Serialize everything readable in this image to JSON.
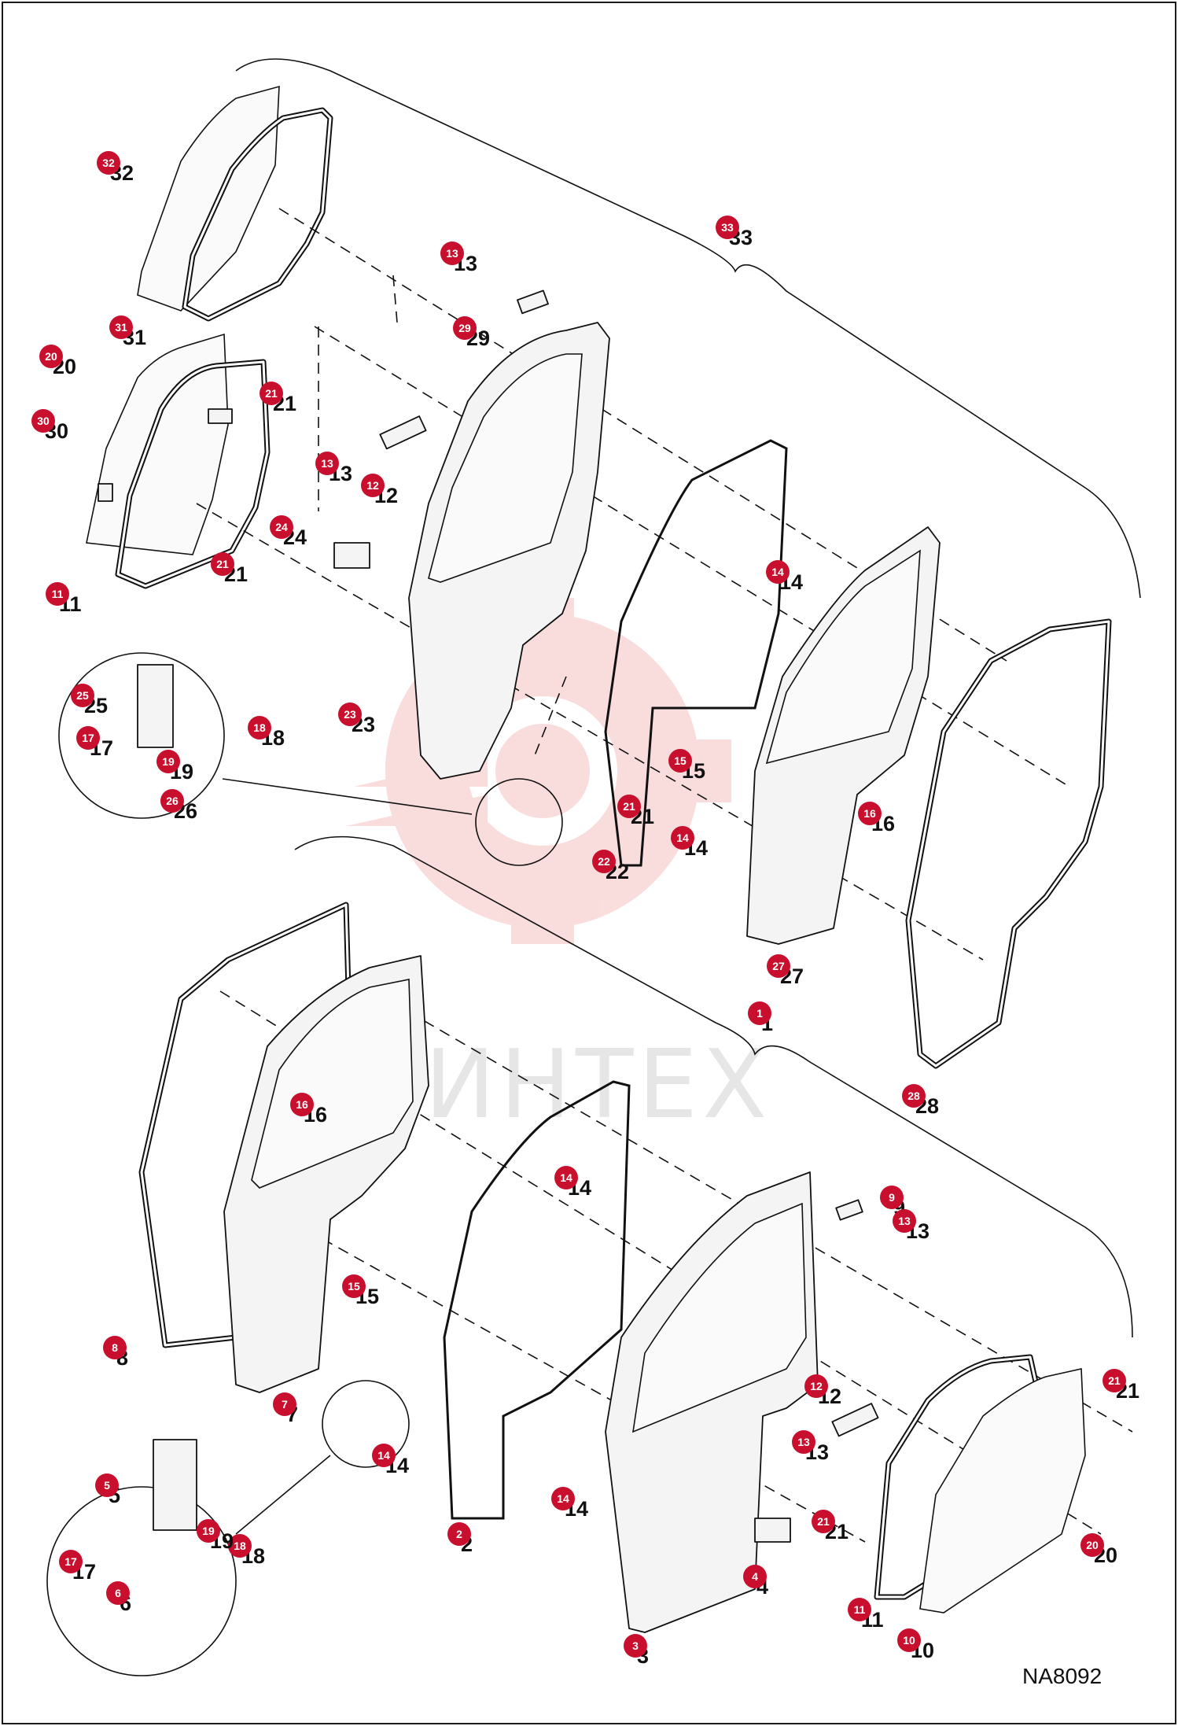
{
  "watermark": {
    "text": "ИНТЕХ",
    "color": "#e24a4a"
  },
  "drawing_code": "NA8092",
  "callouts": [
    {
      "n": "1"
    },
    {
      "n": "2"
    },
    {
      "n": "3"
    },
    {
      "n": "4"
    },
    {
      "n": "5"
    },
    {
      "n": "6"
    },
    {
      "n": "7"
    },
    {
      "n": "8"
    },
    {
      "n": "9"
    },
    {
      "n": "10"
    },
    {
      "n": "11"
    },
    {
      "n": "11"
    },
    {
      "n": "12"
    },
    {
      "n": "12"
    },
    {
      "n": "13"
    },
    {
      "n": "13"
    },
    {
      "n": "13"
    },
    {
      "n": "13"
    },
    {
      "n": "14"
    },
    {
      "n": "14"
    },
    {
      "n": "14"
    },
    {
      "n": "14"
    },
    {
      "n": "14"
    },
    {
      "n": "15"
    },
    {
      "n": "15"
    },
    {
      "n": "16"
    },
    {
      "n": "16"
    },
    {
      "n": "17"
    },
    {
      "n": "17"
    },
    {
      "n": "18"
    },
    {
      "n": "18"
    },
    {
      "n": "19"
    },
    {
      "n": "19"
    },
    {
      "n": "20"
    },
    {
      "n": "20"
    },
    {
      "n": "21"
    },
    {
      "n": "21"
    },
    {
      "n": "21"
    },
    {
      "n": "21"
    },
    {
      "n": "21"
    },
    {
      "n": "22"
    },
    {
      "n": "23"
    },
    {
      "n": "24"
    },
    {
      "n": "25"
    },
    {
      "n": "26"
    },
    {
      "n": "27"
    },
    {
      "n": "28"
    },
    {
      "n": "29"
    },
    {
      "n": "30"
    },
    {
      "n": "31"
    },
    {
      "n": "32"
    },
    {
      "n": "33"
    }
  ],
  "badge_color": "#c8102e"
}
